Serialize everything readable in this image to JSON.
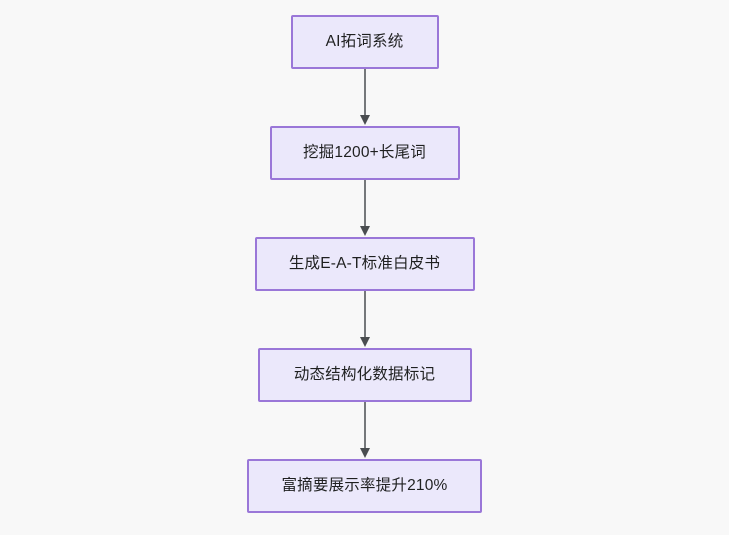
{
  "diagram": {
    "type": "flowchart",
    "orientation": "top-to-bottom",
    "background_color": "#f8f8f8",
    "node_fill_color": "#ebe8fb",
    "node_border_color": "#9a77d8",
    "node_text_color": "#1f2020",
    "connector_color": "#75787b",
    "arrowhead_color": "#4a4d50",
    "nodes": [
      {
        "id": "node-1",
        "label": "AI拓词系统"
      },
      {
        "id": "node-2",
        "label": "挖掘1200+长尾词"
      },
      {
        "id": "node-3",
        "label": "生成E-A-T标准白皮书"
      },
      {
        "id": "node-4",
        "label": "动态结构化数据标记"
      },
      {
        "id": "node-5",
        "label": "富摘要展示率提升210%"
      }
    ],
    "connectors": [
      {
        "id": "connector-1",
        "from": "node-1",
        "to": "node-2",
        "marker": "arrow-down-icon"
      },
      {
        "id": "connector-2",
        "from": "node-2",
        "to": "node-3",
        "marker": "arrow-down-icon"
      },
      {
        "id": "connector-3",
        "from": "node-3",
        "to": "node-4",
        "marker": "arrow-down-icon"
      },
      {
        "id": "connector-4",
        "from": "node-4",
        "to": "node-5",
        "marker": "arrow-down-icon"
      }
    ]
  }
}
